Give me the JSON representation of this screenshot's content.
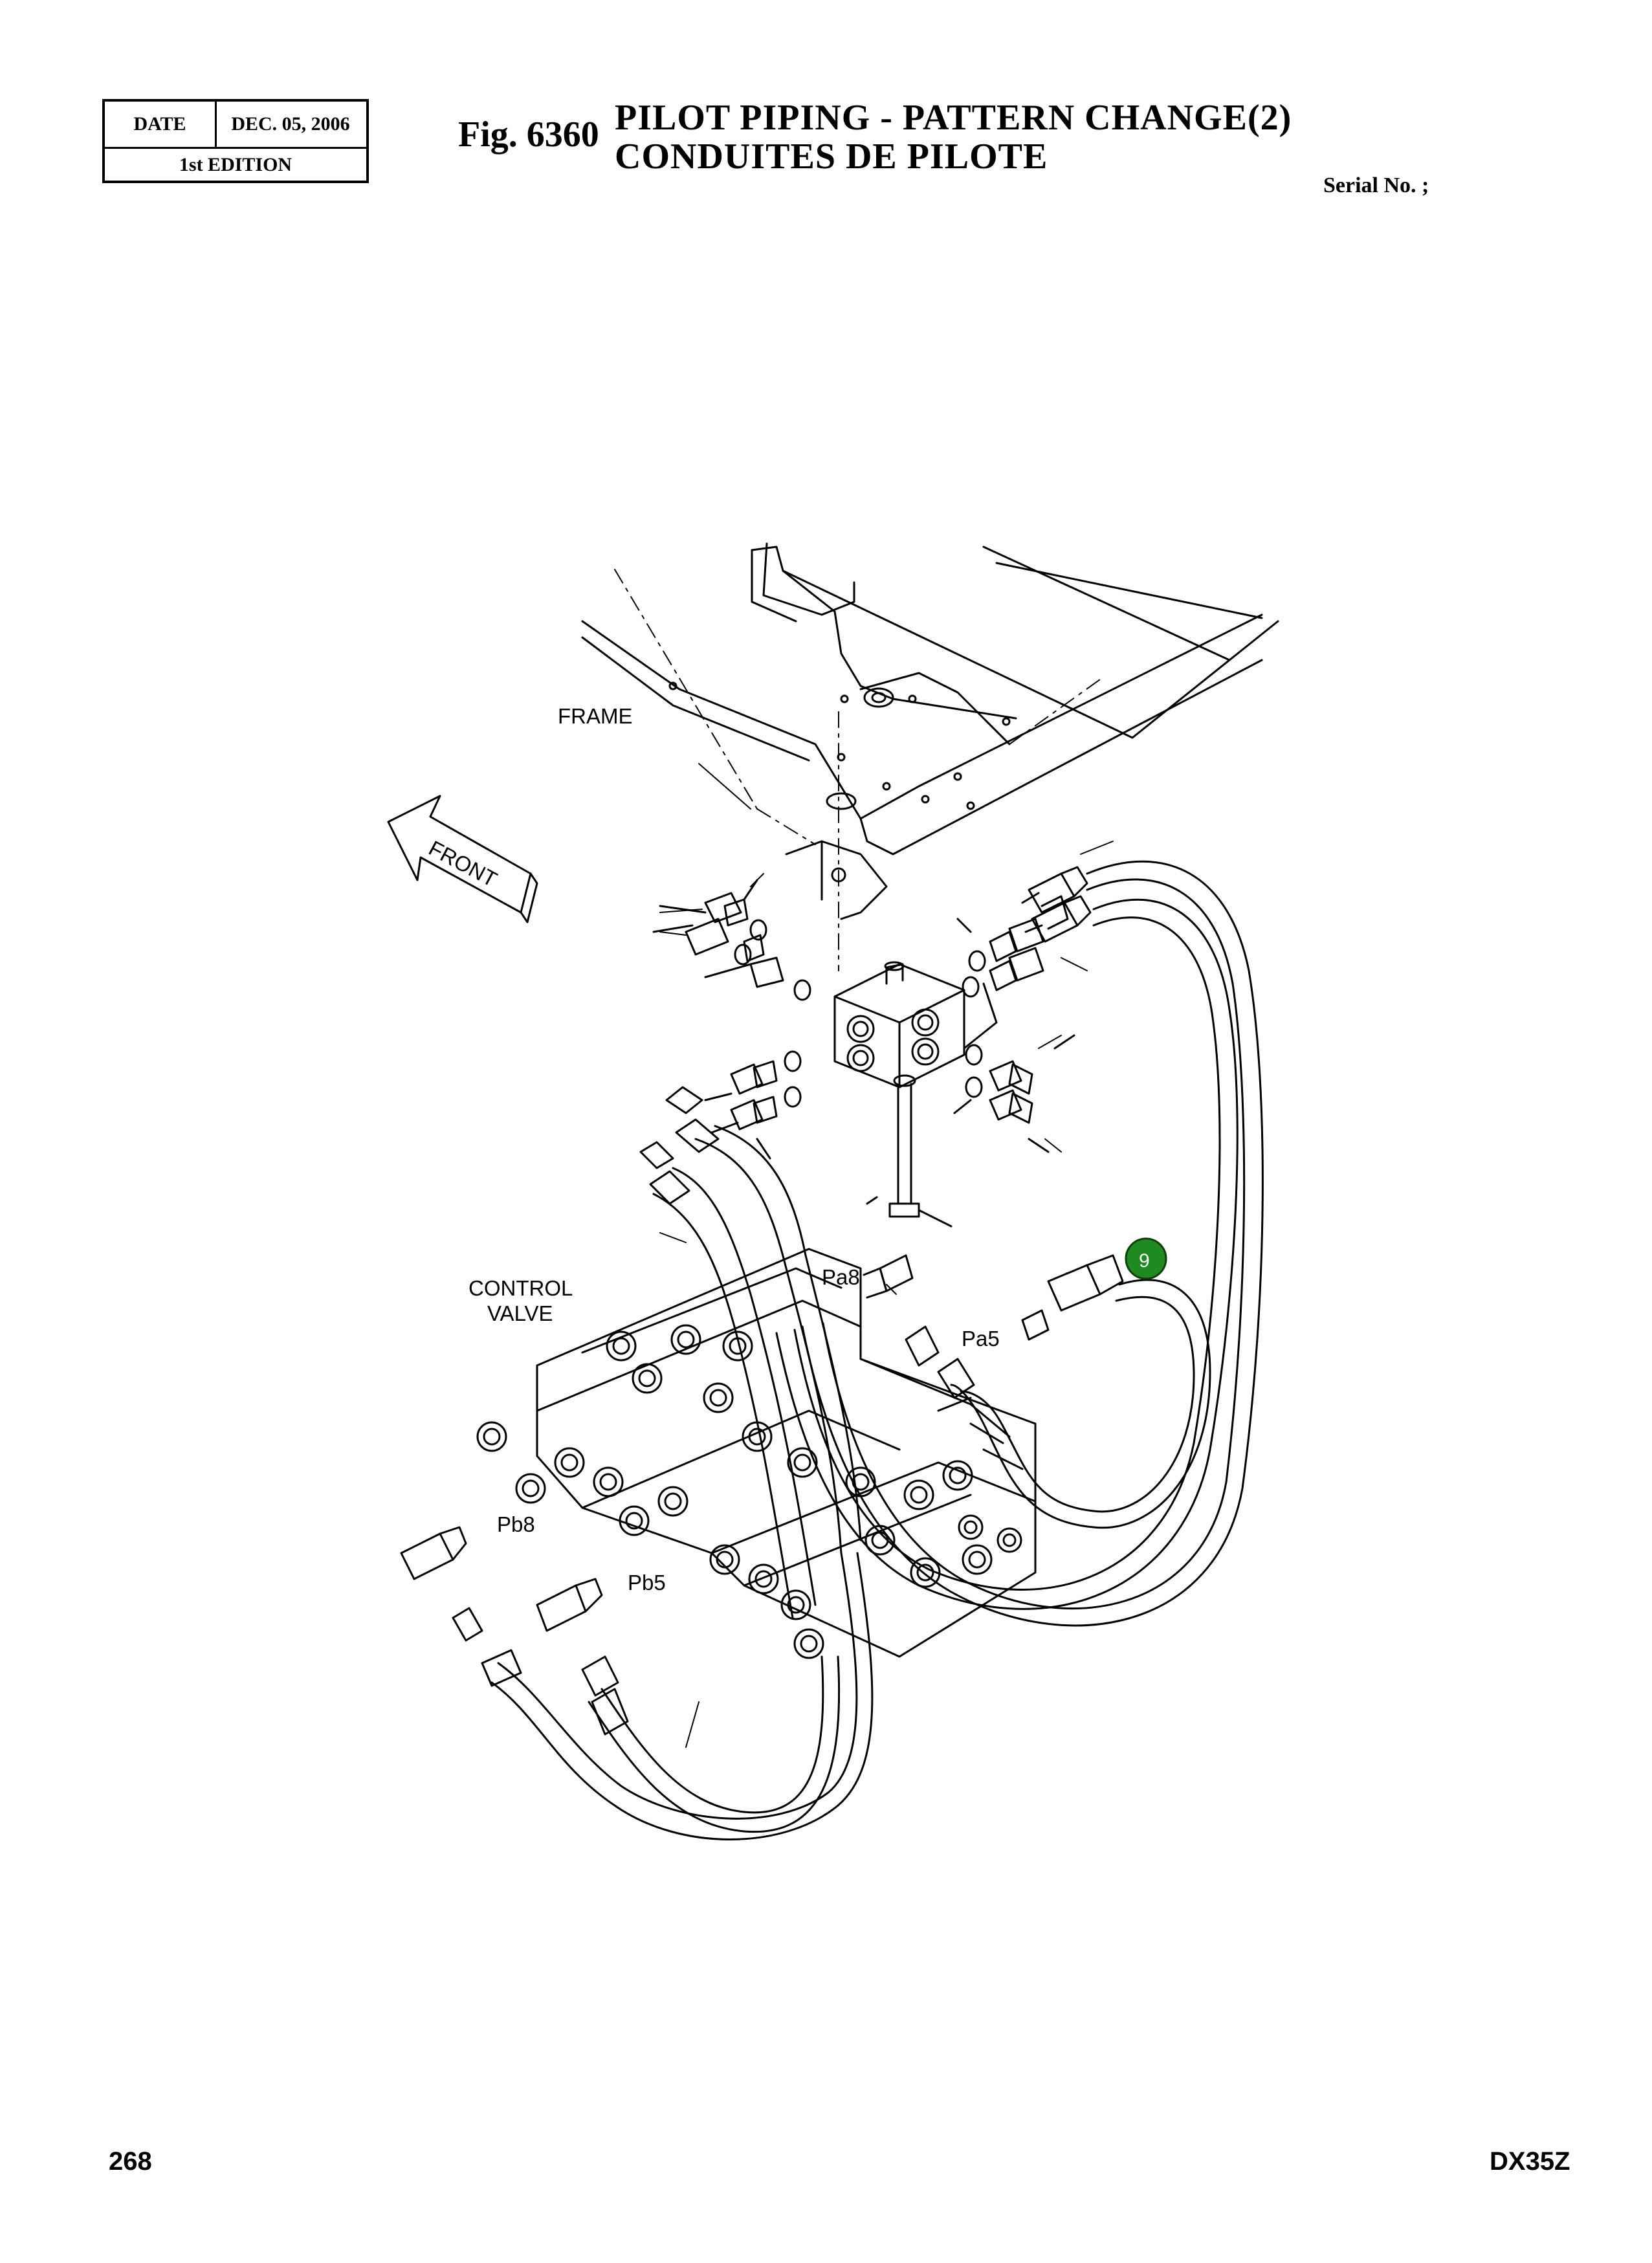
{
  "header": {
    "date_label": "DATE",
    "date_value": "DEC. 05, 2006",
    "edition": "1st EDITION"
  },
  "figure": {
    "number": "Fig. 6360",
    "title_en": "PILOT PIPING - PATTERN CHANGE(2)",
    "title_fr": "CONDUITES DE PILOTE",
    "serial": "Serial No. ;"
  },
  "diagram": {
    "labels": {
      "frame": "FRAME",
      "front": "FRONT",
      "control_valve_line1": "CONTROL",
      "control_valve_line2": "VALVE",
      "pa8": "Pa8",
      "pa5": "Pa5",
      "pb8": "Pb8",
      "pb5": "Pb5"
    },
    "callout": {
      "number": "9",
      "color": "#1f8a1f"
    }
  },
  "footer": {
    "page": "268",
    "model": "DX35Z"
  }
}
